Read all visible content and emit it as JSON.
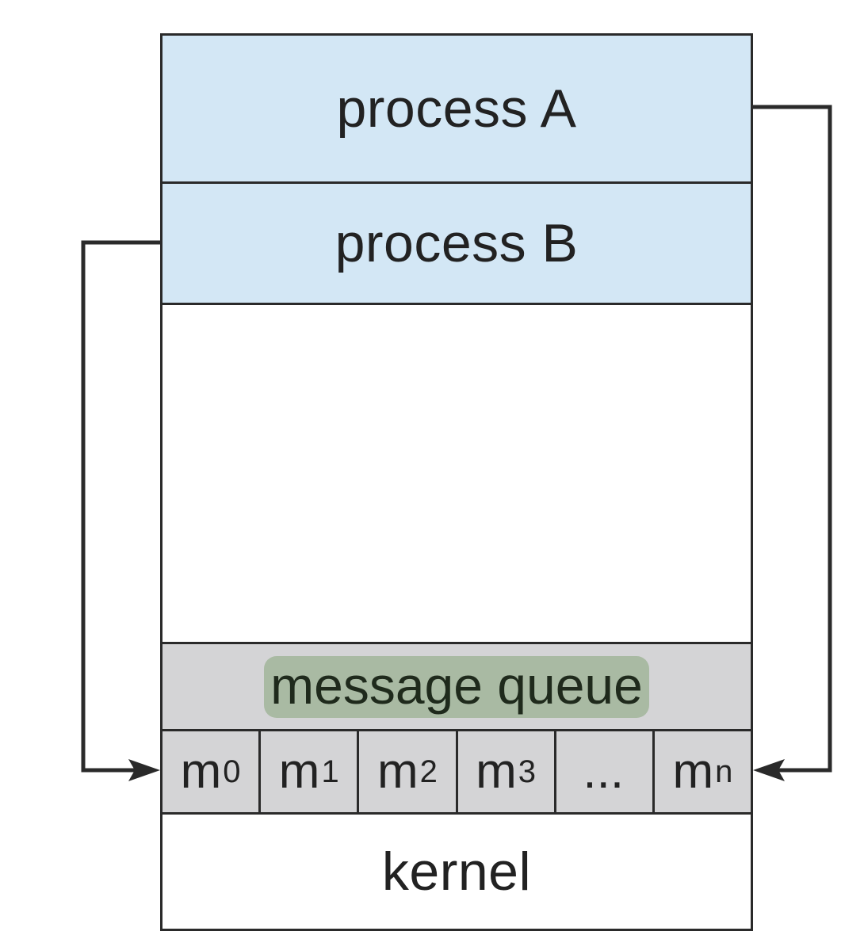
{
  "diagram": {
    "process_a": "process A",
    "process_b": "process B",
    "message_queue": "message queue",
    "kernel": "kernel",
    "slots": [
      {
        "base": "m",
        "sub": "0"
      },
      {
        "base": "m",
        "sub": "1"
      },
      {
        "base": "m",
        "sub": "2"
      },
      {
        "base": "m",
        "sub": "3"
      },
      {
        "base": "...",
        "sub": ""
      },
      {
        "base": "m",
        "sub": "n"
      }
    ]
  },
  "colors": {
    "process_fill": "#d3e7f5",
    "queue_fill": "#d4d4d6",
    "queue_label_highlight": "#a9baa3",
    "line": "#2a2a2a"
  }
}
